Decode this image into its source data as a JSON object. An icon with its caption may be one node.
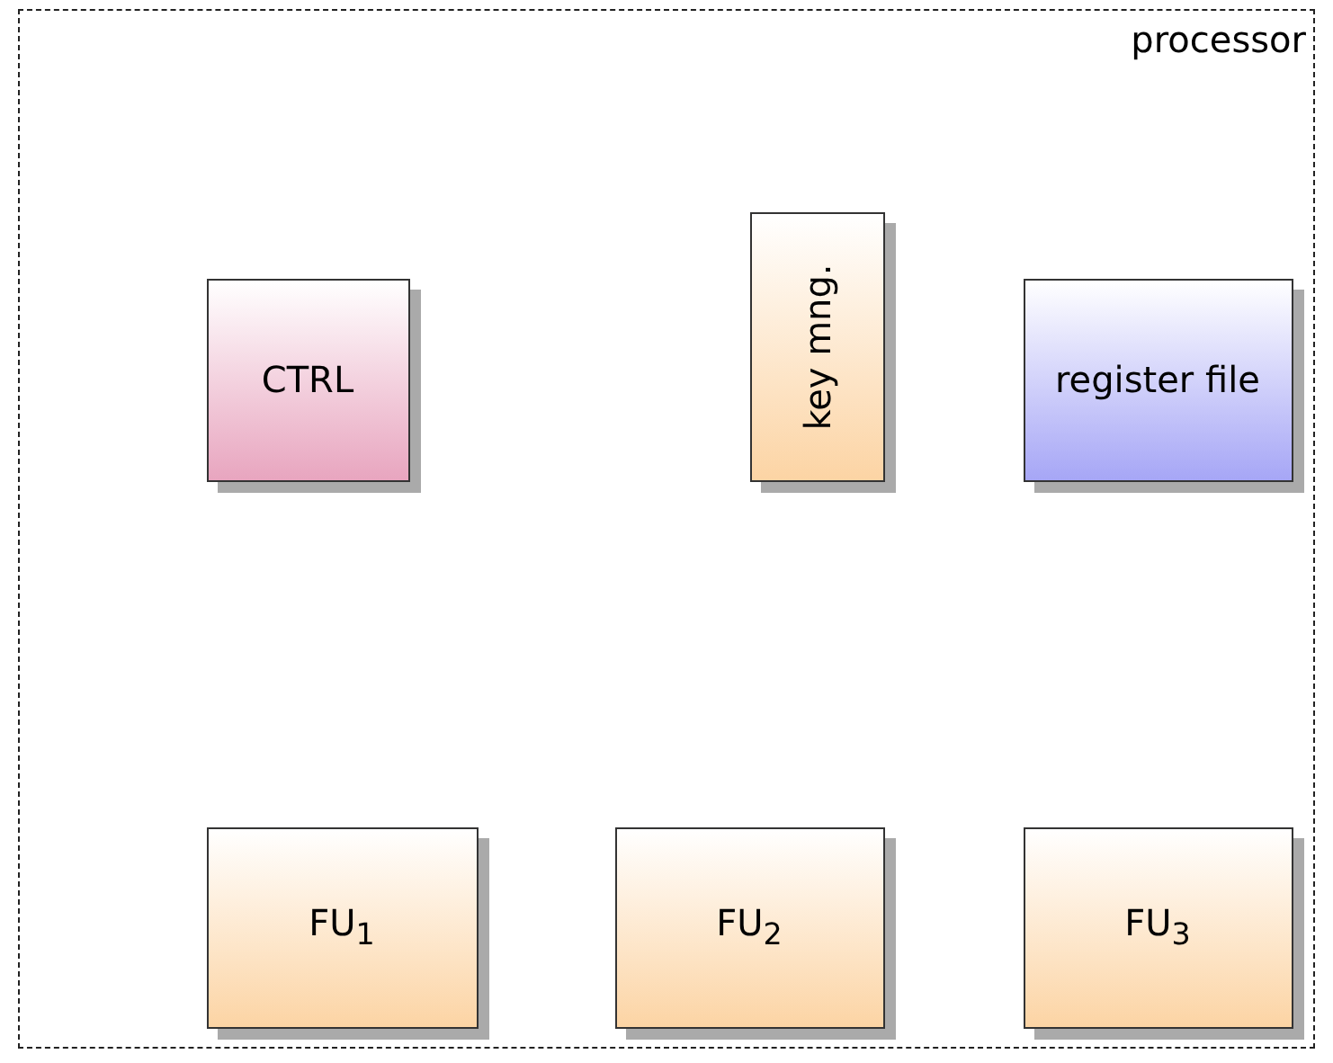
{
  "diagram": {
    "nodes": [
      {
        "text": [
          "processor"
        ]
      },
      {
        "text": [
          "CTRL"
        ],
        "in": 0
      },
      {
        "text": [
          "key mng."
        ],
        "in": 0
      },
      {
        "text": [
          "register file"
        ],
        "in": 0
      },
      {
        "text": [
          "FU$_{1}$"
        ],
        "in": 0
      },
      {
        "text": [
          "FU$_{2}$"
        ],
        "in": 0
      },
      {
        "text": [
          "FU$_{3}$"
        ],
        "in": 0
      }
    ]
  }
}
